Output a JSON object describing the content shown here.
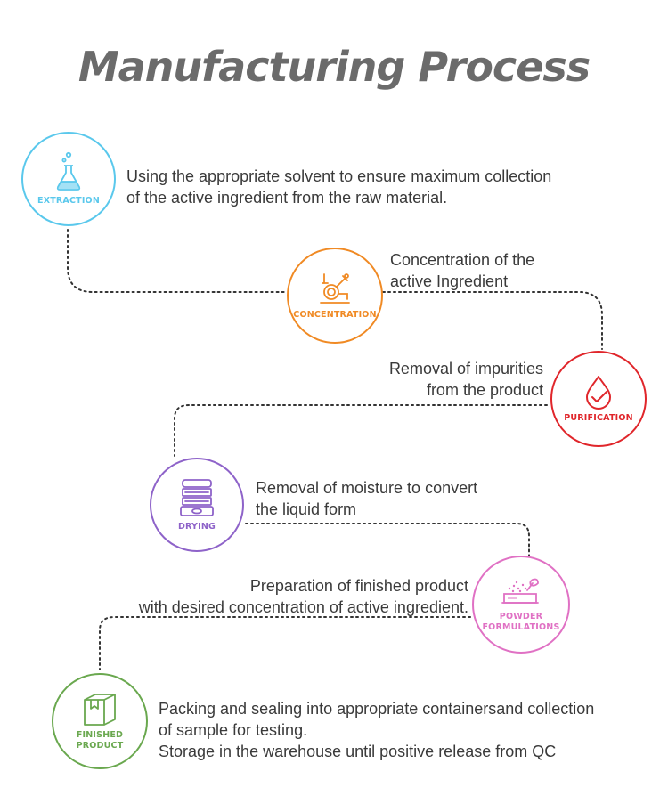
{
  "title": "Manufacturing Process",
  "colors": {
    "extraction": "#5ac8ec",
    "concentration": "#f08a24",
    "purification": "#e0262b",
    "drying": "#8e63c9",
    "powder": "#e071c4",
    "finished": "#6aa84f",
    "line": "#333333"
  },
  "steps": [
    {
      "label": "EXTRACTION",
      "icon": "flask-icon",
      "description": [
        "Using the appropriate solvent to ensure maximum collection",
        "of the active ingredient from the raw material."
      ]
    },
    {
      "label": "CONCENTRATION",
      "icon": "evaporator-icon",
      "description": [
        "Concentration of the",
        "active Ingredient"
      ]
    },
    {
      "label": "PURIFICATION",
      "icon": "droplet-check-icon",
      "description": [
        "Removal of impurities",
        "from the product"
      ]
    },
    {
      "label": "DRYING",
      "icon": "dryer-icon",
      "description": [
        "Removal of moisture to convert",
        "the liquid form"
      ]
    },
    {
      "label_line1": "POWDER",
      "label_line2": "FORMULATIONS",
      "icon": "powder-bowl-icon",
      "description": [
        "Preparation of finished product",
        "with desired concentration of active ingredient."
      ]
    },
    {
      "label_line1": "FINISHED",
      "label_line2": "PRODUCT",
      "icon": "box-icon",
      "description": [
        "Packing and sealing into appropriate containersand collection",
        "of sample for testing.",
        "Storage in the warehouse until positive release from QC"
      ]
    }
  ]
}
